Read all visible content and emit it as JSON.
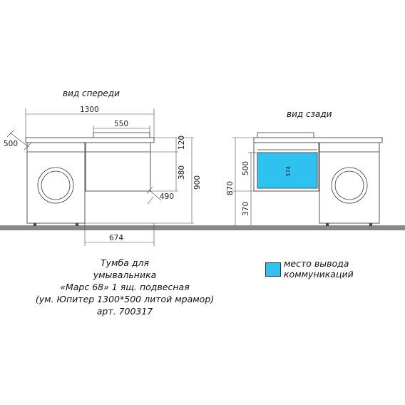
{
  "views": {
    "front_title": "вид спереди",
    "back_title": "вид сзади"
  },
  "dimensions": {
    "width_total": "1300",
    "sink_width": "550",
    "depth": "500",
    "top_offset": "120",
    "drawer_height": "380",
    "total_height": "900",
    "drawer_width": "490",
    "bottom_width": "674",
    "back_height": "870",
    "back_niche": "500",
    "back_floor": "370",
    "niche_width": "374"
  },
  "caption": {
    "line1": "Тумба для",
    "line2": "умывальника",
    "line3": "«Марс 68» 1 ящ. подвесная",
    "line4": "(ум. Юпитер 1300*500 литой мрамор)",
    "line5": "арт. 700317"
  },
  "legend": {
    "label_line1": "место вывода",
    "label_line2": "коммуникаций",
    "color": "#2fc1ef"
  },
  "colors": {
    "floor": "#888888",
    "niche": "#2fc1ef"
  }
}
